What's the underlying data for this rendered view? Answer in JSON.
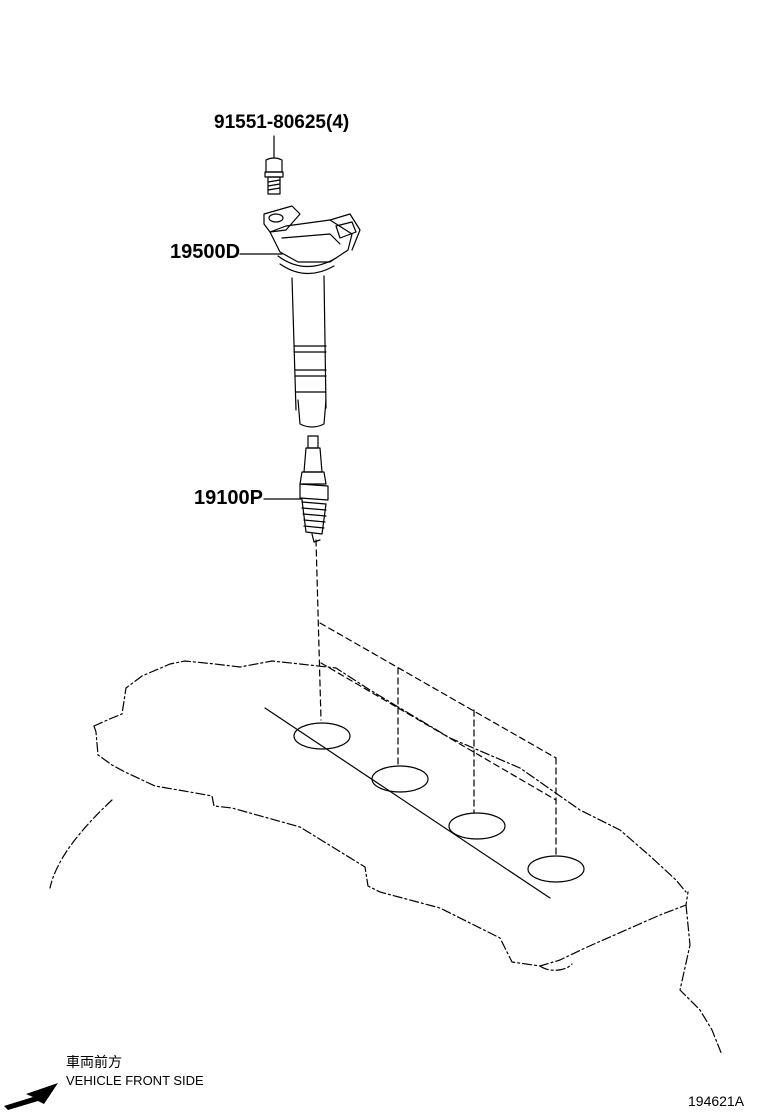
{
  "parts": [
    {
      "part_number": "91551-80625(4)",
      "description": "bolt"
    },
    {
      "part_number": "19500D",
      "description": "ignition coil"
    },
    {
      "part_number": "19100P",
      "description": "spark plug"
    }
  ],
  "orientation": {
    "label_jp": "車両前方",
    "label_en": "VEHICLE FRONT SIDE",
    "icon": "arrow-left-down-icon"
  },
  "figure_id": "194621A"
}
